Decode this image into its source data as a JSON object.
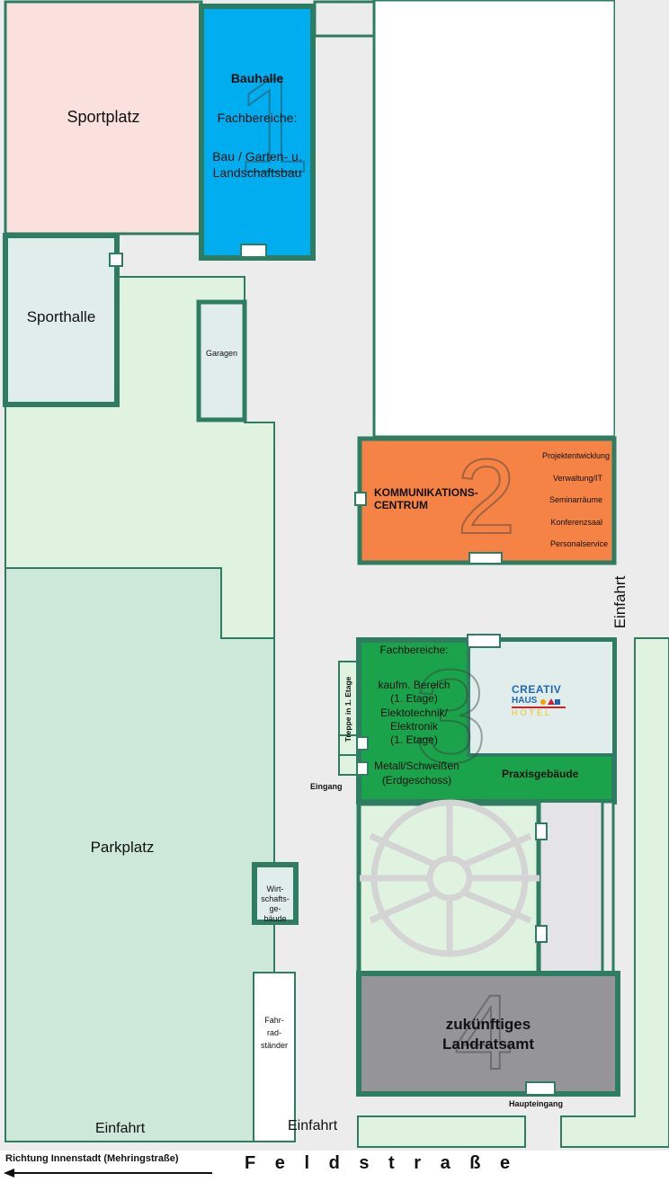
{
  "map": {
    "sportplatz": "Sportplatz",
    "bauhalle": {
      "title": "Bauhalle",
      "line1": "Fachbereiche:",
      "line2": "Bau / Garten- u.",
      "line3": "Landschaftsbau",
      "number": "1"
    },
    "sporthalle": "Sporthalle",
    "garagen": "Garagen",
    "kommunikation": {
      "title_line1": "KOMMUNIKATIONS-",
      "title_line2": "CENTRUM",
      "number": "2",
      "items": [
        "Projektentwicklung",
        "Verwaltung/IT",
        "Seminarräume",
        "Konferenzsaal",
        "Personalservice"
      ]
    },
    "einfahrt_right": "Einfahrt",
    "gebaeude3": {
      "number": "3",
      "lines": [
        "Fachbereiche:",
        "kaufm. Bereich",
        "(1. Etage)",
        "Elektotechnik/",
        "Elektronik",
        "(1. Etage)",
        "Metall/Schweißen",
        "(Erdgeschoss)"
      ],
      "praxis": "Praxisgebäude",
      "treppe": "Treppe in 1. Etage",
      "eingang": "Eingang"
    },
    "creativ": {
      "line1": "CREATIV",
      "line2": "HAUS",
      "line3": "HOTEL"
    },
    "parkplatz": "Parkplatz",
    "wirtschaft": [
      "Wirt-",
      "schafts-",
      "ge-",
      "bäude"
    ],
    "fahrrad": [
      "Fahr-",
      "rad-",
      "ständer"
    ],
    "landratsamt": {
      "line1": "zukünftiges",
      "line2": "Landratsamt",
      "number": "4",
      "haupteingang": "Haupteingang"
    },
    "einfahrt_bottom_left": "Einfahrt",
    "einfahrt_bottom_mid": "Einfahrt",
    "richtung": "Richtung Innenstadt (Mehringstraße)",
    "strasse": "F e l d s t r a ß e"
  },
  "colors": {
    "frame": "#2e7d63",
    "road": "#ececec",
    "light_green": "#e0f3e0",
    "park_green": "#cde8d8",
    "pink": "#fbe1dd",
    "blue": "#00aeef",
    "orange": "#f58345",
    "green": "#1aa34a",
    "grey_block": "#959597",
    "pale_blue": "#e0edeb"
  }
}
